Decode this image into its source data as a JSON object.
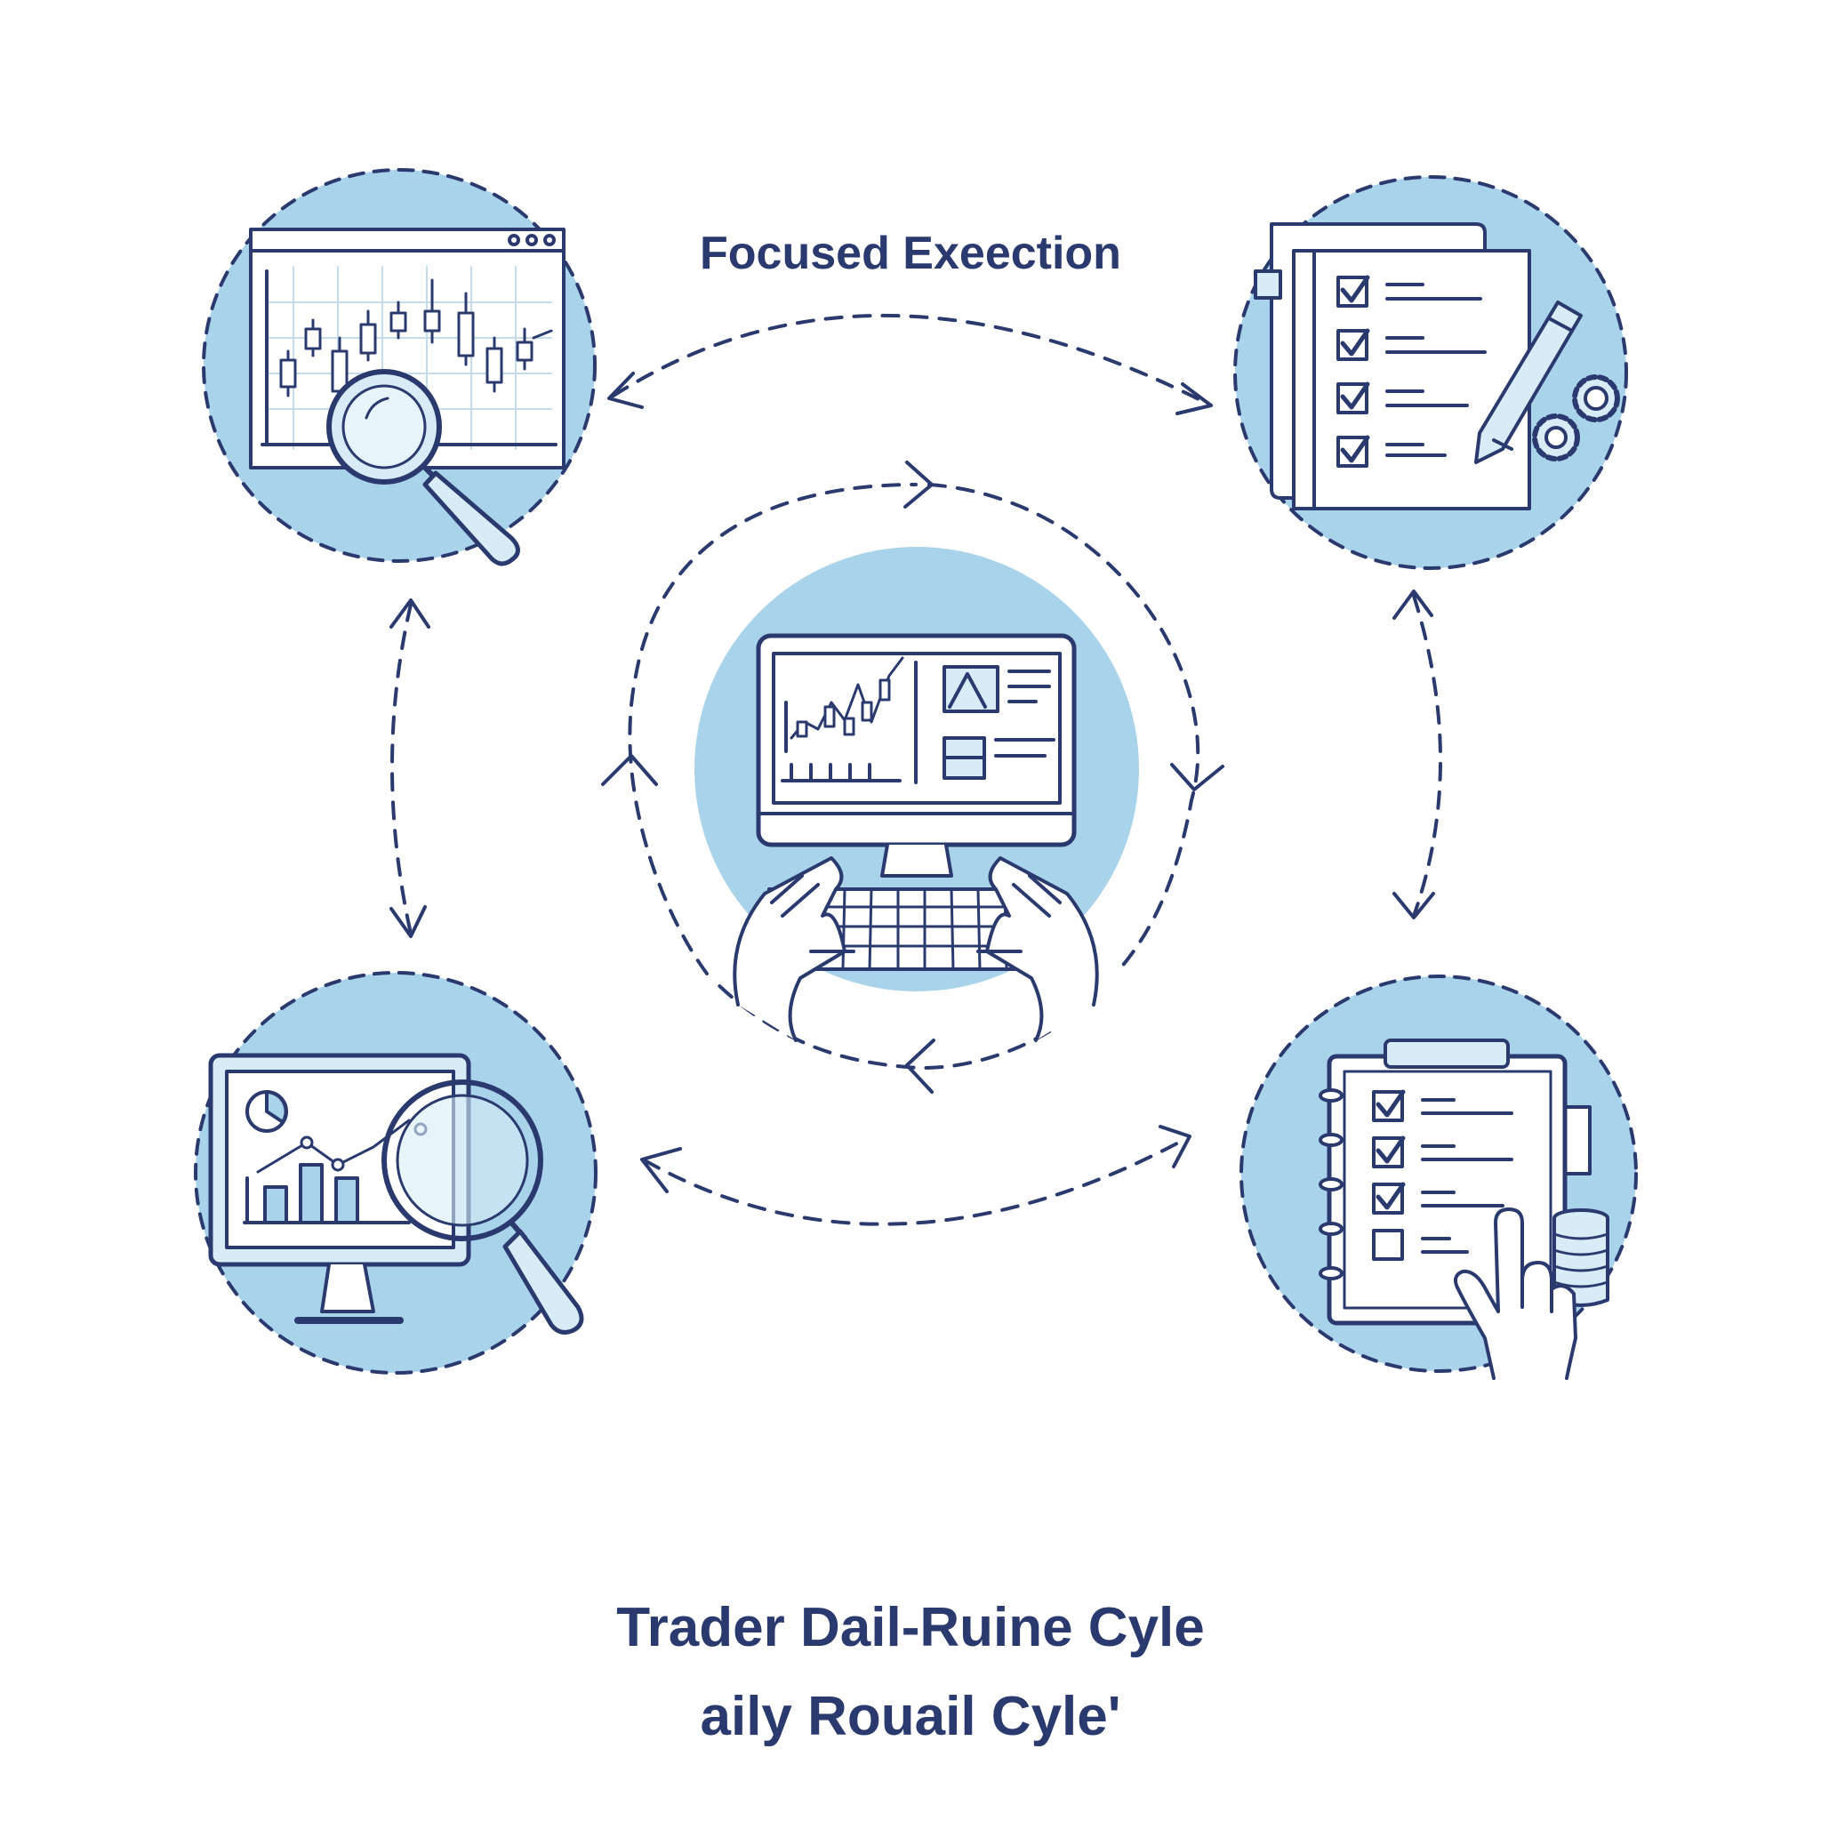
{
  "diagram": {
    "top_label": "Focused Exeection",
    "title_line_1": "Trader Dail-Ruine Cyle",
    "title_line_2": "aily Rouail Cyle'",
    "nodes": [
      {
        "id": "chart-analysis",
        "icon": "candlestick-magnifier-icon"
      },
      {
        "id": "checklist-plan",
        "icon": "checklist-pen-icon"
      },
      {
        "id": "focused-execution",
        "icon": "computer-keyboard-hands-icon"
      },
      {
        "id": "performance-review",
        "icon": "monitor-chart-magnifier-icon"
      },
      {
        "id": "journal-review",
        "icon": "clipboard-checklist-hand-icon"
      }
    ]
  },
  "colors": {
    "ink": "#2a3a6e",
    "circle_fill": "#a9d3ea",
    "panel_fill": "#ffffff",
    "light_fill": "#d7ecf7"
  }
}
